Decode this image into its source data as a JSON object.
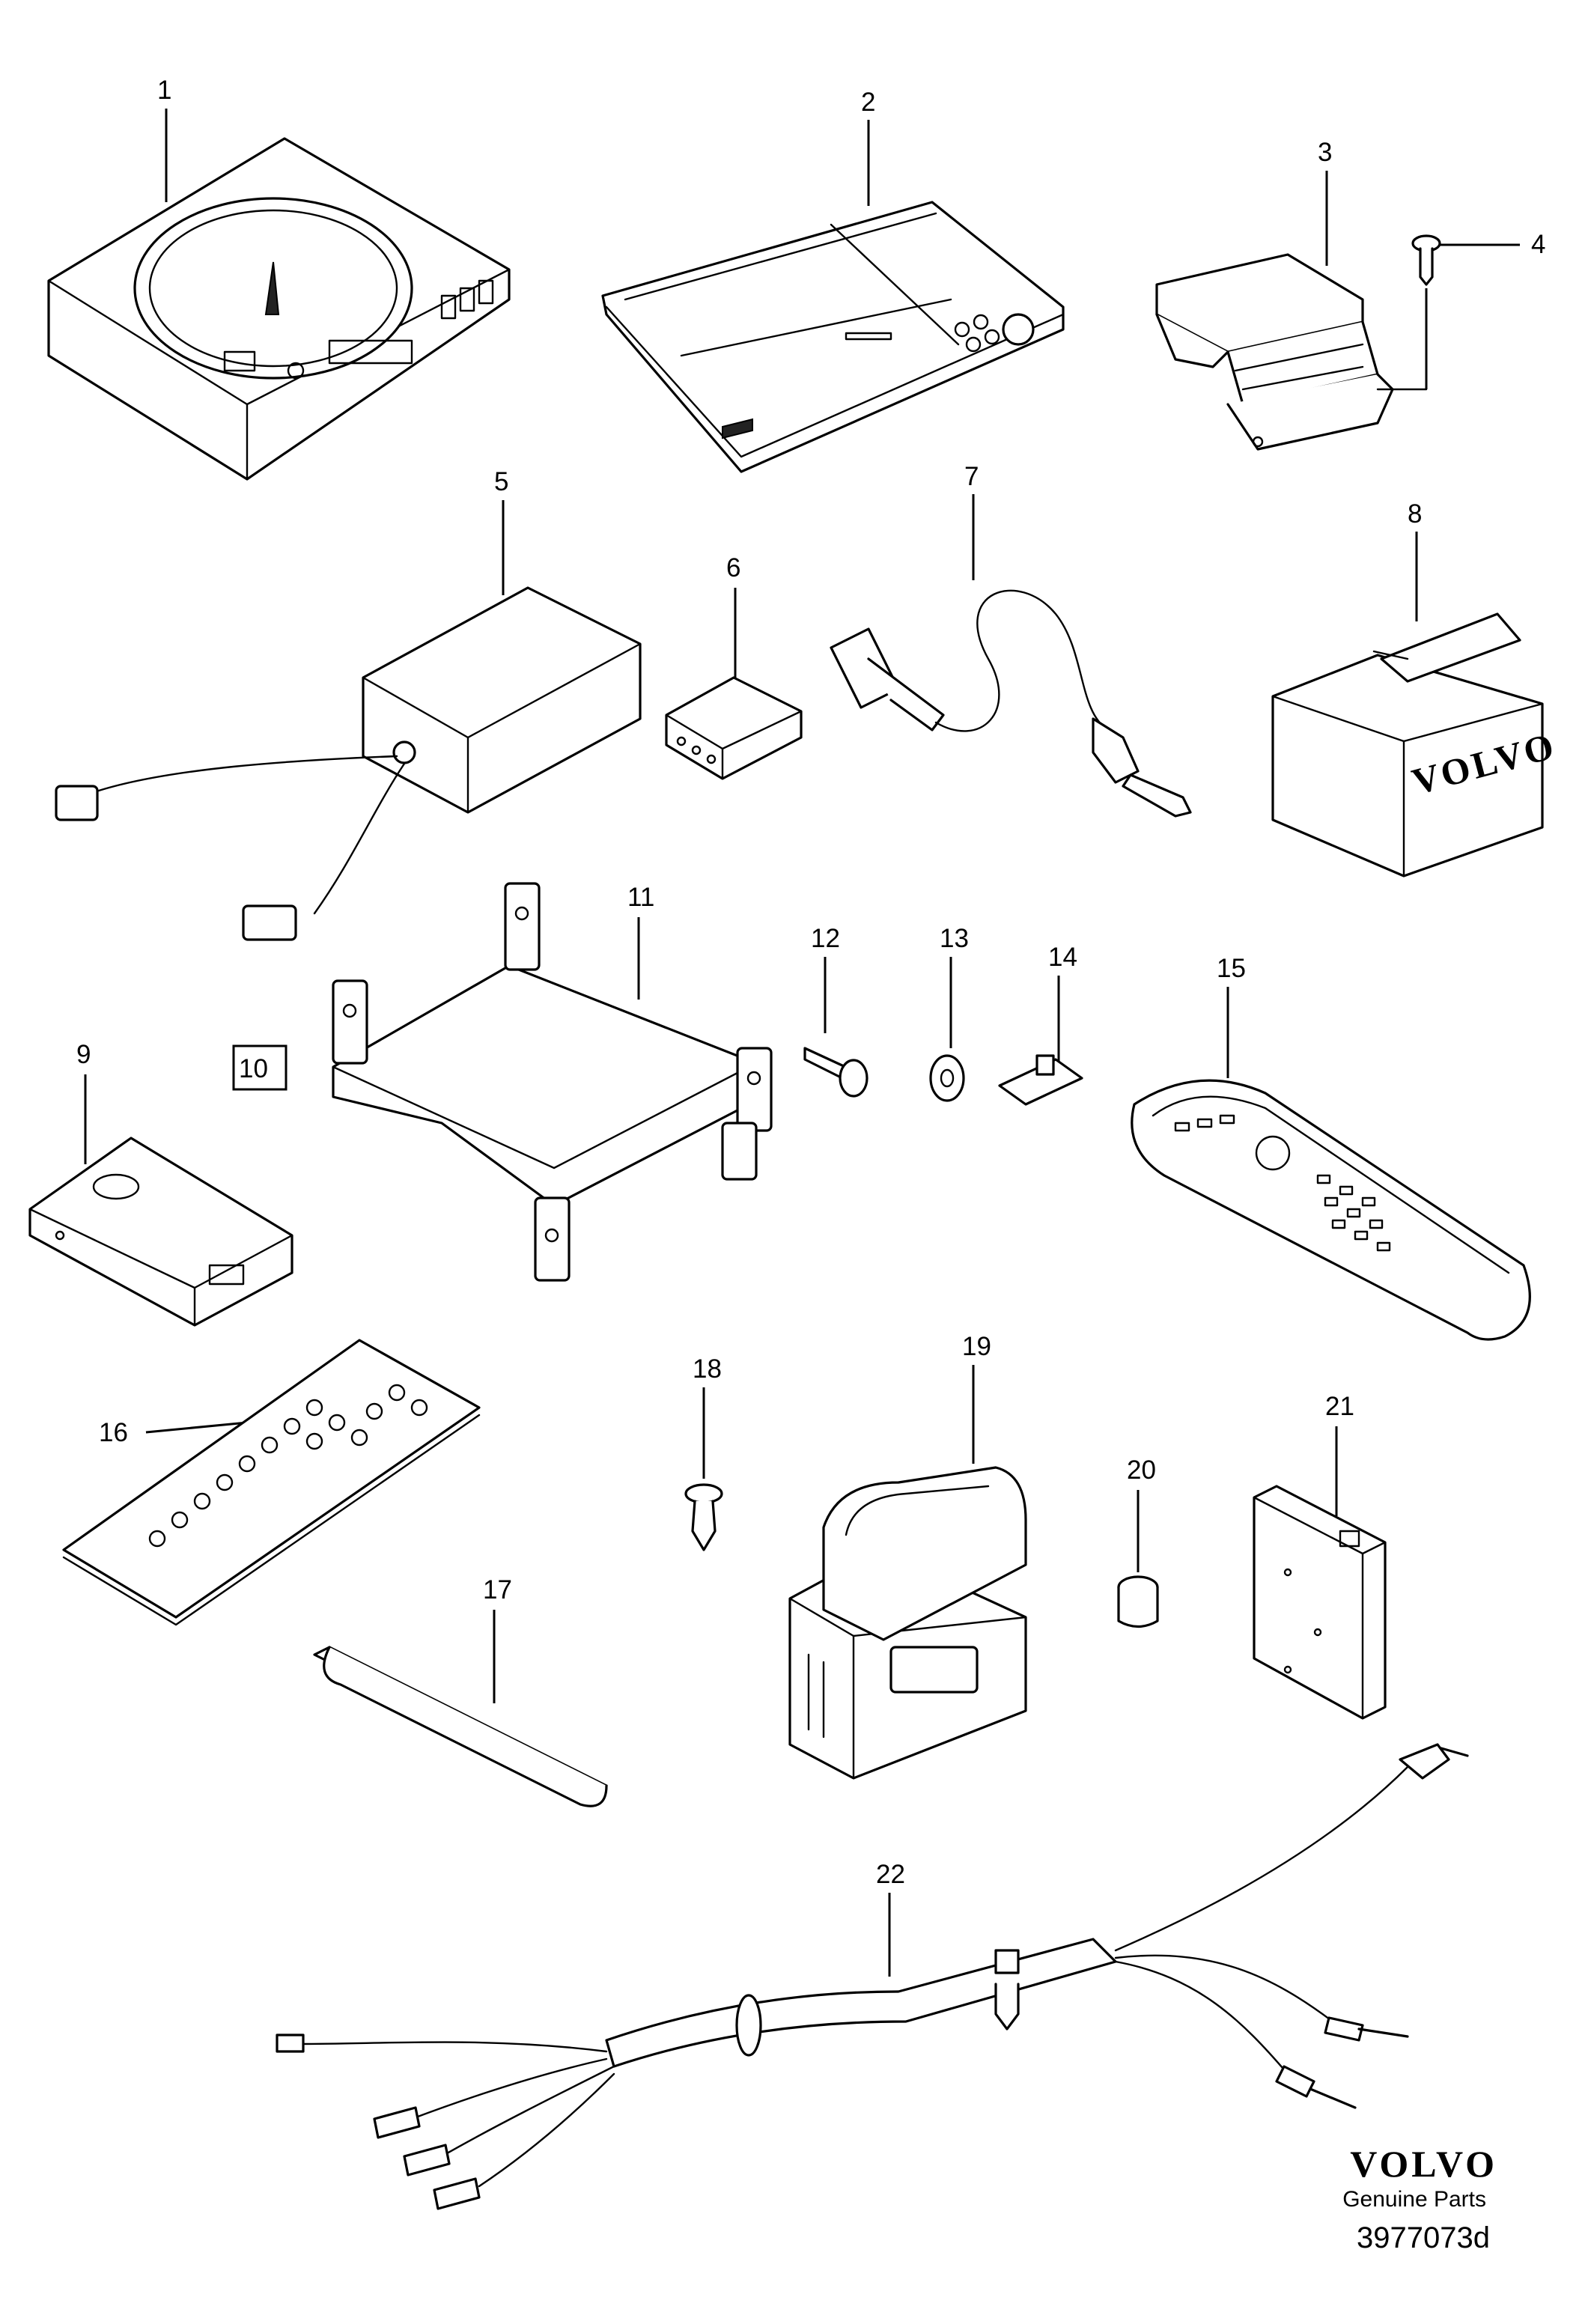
{
  "callouts": [
    {
      "id": "1",
      "label": "1"
    },
    {
      "id": "2",
      "label": "2"
    },
    {
      "id": "3",
      "label": "3"
    },
    {
      "id": "4",
      "label": "4"
    },
    {
      "id": "5",
      "label": "5"
    },
    {
      "id": "6",
      "label": "6"
    },
    {
      "id": "7",
      "label": "7"
    },
    {
      "id": "8",
      "label": "8"
    },
    {
      "id": "9",
      "label": "9"
    },
    {
      "id": "10",
      "label": "10"
    },
    {
      "id": "11",
      "label": "11"
    },
    {
      "id": "12",
      "label": "12"
    },
    {
      "id": "13",
      "label": "13"
    },
    {
      "id": "14",
      "label": "14"
    },
    {
      "id": "15",
      "label": "15"
    },
    {
      "id": "16",
      "label": "16"
    },
    {
      "id": "17",
      "label": "17"
    },
    {
      "id": "18",
      "label": "18"
    },
    {
      "id": "19",
      "label": "19"
    },
    {
      "id": "20",
      "label": "20"
    },
    {
      "id": "21",
      "label": "21"
    },
    {
      "id": "22",
      "label": "22"
    }
  ],
  "box_print": {
    "brand": "VOLVO"
  },
  "footer": {
    "brand": "VOLVO",
    "subtitle": "Genuine Parts",
    "code": "3977073d"
  }
}
